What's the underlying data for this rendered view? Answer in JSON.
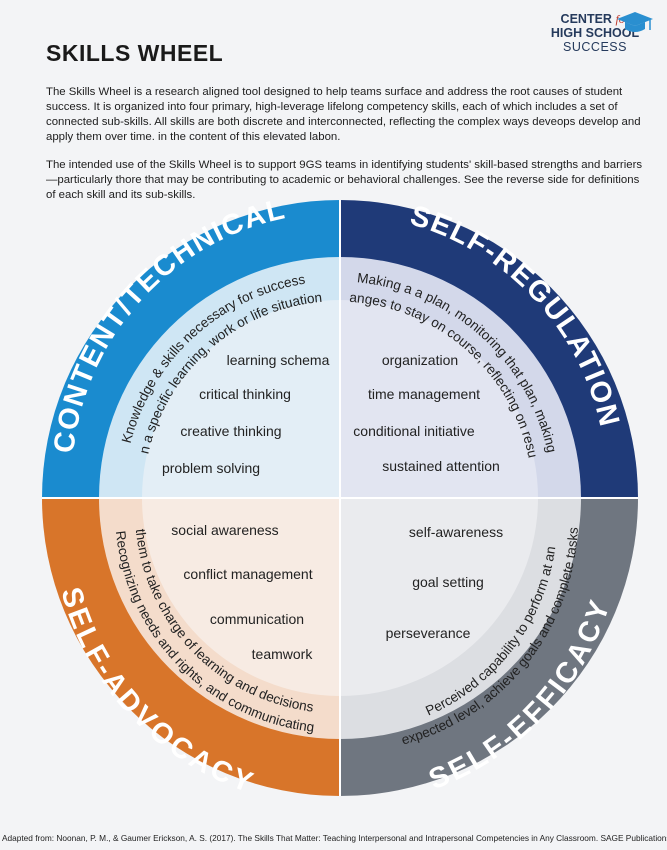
{
  "title": "SKILLS WHEEL",
  "logo": {
    "line1": "CENTER",
    "for": "for",
    "line2": "HIGH SCHOOL",
    "line3": "SUCCESS"
  },
  "intro": [
    "The Skills Wheel is a research aligned tool designed to help teams surface and address the root causes of student success. It is organized into four primary, high-leverage lifelong competency skills, each of which includes a set of connected sub-skills. All skills are both discrete and interconnected, reflecting the complex ways deveops develop and apply them over time. in the content of this elevated labon.",
    "The intended use of the Skills Wheel is to support 9GS teams in identifying students' skill-based strengths and barriers—particularly thore that may be contributing to academic or behavioral challenges. See the reverse side for definitions of each skill and its sub-skills."
  ],
  "quadrants": {
    "content_technical": {
      "heading": "CONTENT/TECHNICAL",
      "description_line1": "Knowledge & skills necessary for success",
      "description_line2": "in a specific learning, work or life situation",
      "skills": [
        "learning schema",
        "critical thinking",
        "creative thinking",
        "problem solving"
      ],
      "color": "#1a8bcf"
    },
    "self_regulation": {
      "heading": "SELF-REGULATION",
      "description_line1": "Making a a plan, monitoring that plan, making",
      "description_line2": "changes to stay on course, reflecting on results",
      "skills": [
        "organization",
        "time management",
        "conditional initiative",
        "sustained attention"
      ],
      "color": "#1f3a78"
    },
    "self_advocacy": {
      "heading": "SELF-ADVOCACY",
      "description_line1": "Recognizing needs and rights, and communicating",
      "description_line2": "them to take charge of learning and decisions",
      "skills": [
        "social awareness",
        "conflict management",
        "communication",
        "teamwork"
      ],
      "color": "#d8752a"
    },
    "self_efficacy": {
      "heading": "SELF-EFFICACY",
      "description_line1": "Perceived capability to perform at an",
      "description_line2": "expected level, achieve goals and complete tasks",
      "skills": [
        "self-awareness",
        "goal setting",
        "perseverance"
      ],
      "color": "#6f7680"
    }
  },
  "footer": "Adapted from: Noonan, P. M., & Gaumer Erickson, A. S. (2017). The Skills That Matter: Teaching Interpersonal and Intrapersonal Competencies in Any Classroom. SAGE Publications."
}
